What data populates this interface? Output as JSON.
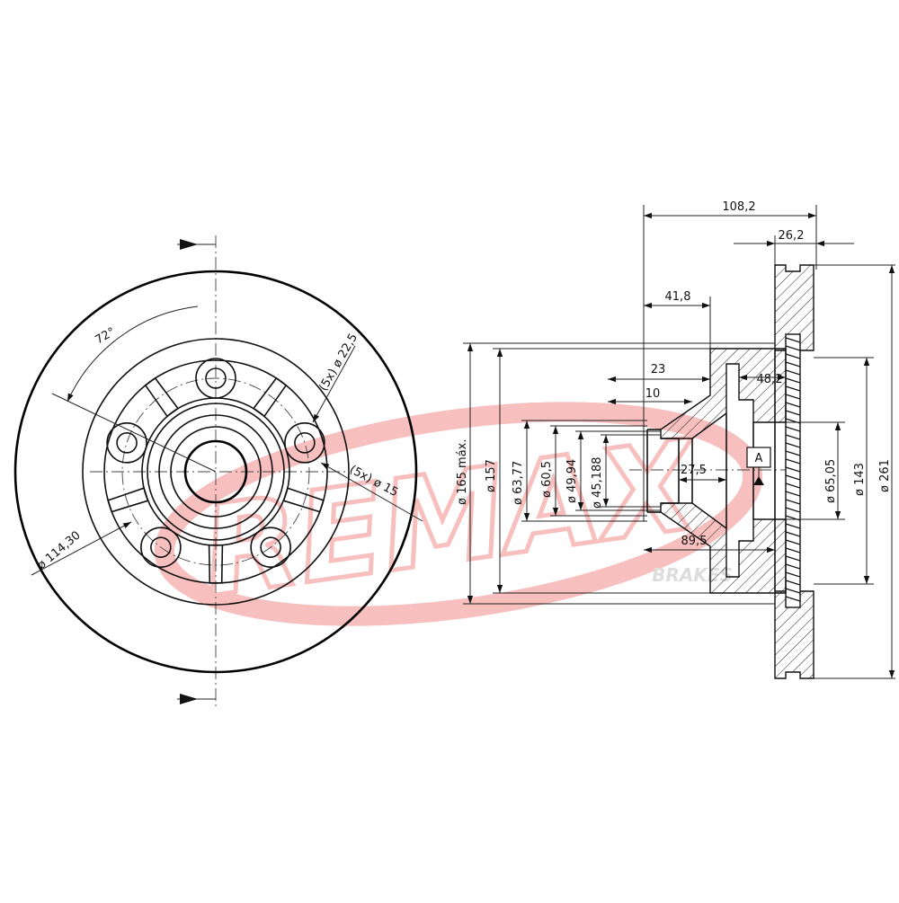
{
  "watermark": {
    "brand": "REMAX",
    "subtitle": "BRAKES",
    "color": "#e8413c"
  },
  "front_view": {
    "labels": {
      "angle": "72°",
      "bolt_circle": "ø 114,30",
      "stud_holes": "(5x) ø 22,5",
      "small_holes": "(5x) ø 15"
    }
  },
  "side_view": {
    "labels": {
      "overall_height": "108,2",
      "hat_thickness": "26,2",
      "offset_41": "41,8",
      "d23": "23",
      "d10": "10",
      "d48": "48,2",
      "d27": "27,5",
      "d89": "89,5",
      "datum": "A",
      "dia_165": "ø 165 máx.",
      "dia_157": "ø 157",
      "dia_63": "ø 63,77",
      "dia_60": "ø 60,5",
      "dia_49": "ø 49,94",
      "dia_45": "ø 45,188",
      "dia_65": "ø 65,05",
      "dia_143": "ø 143",
      "dia_261": "ø 261"
    }
  }
}
